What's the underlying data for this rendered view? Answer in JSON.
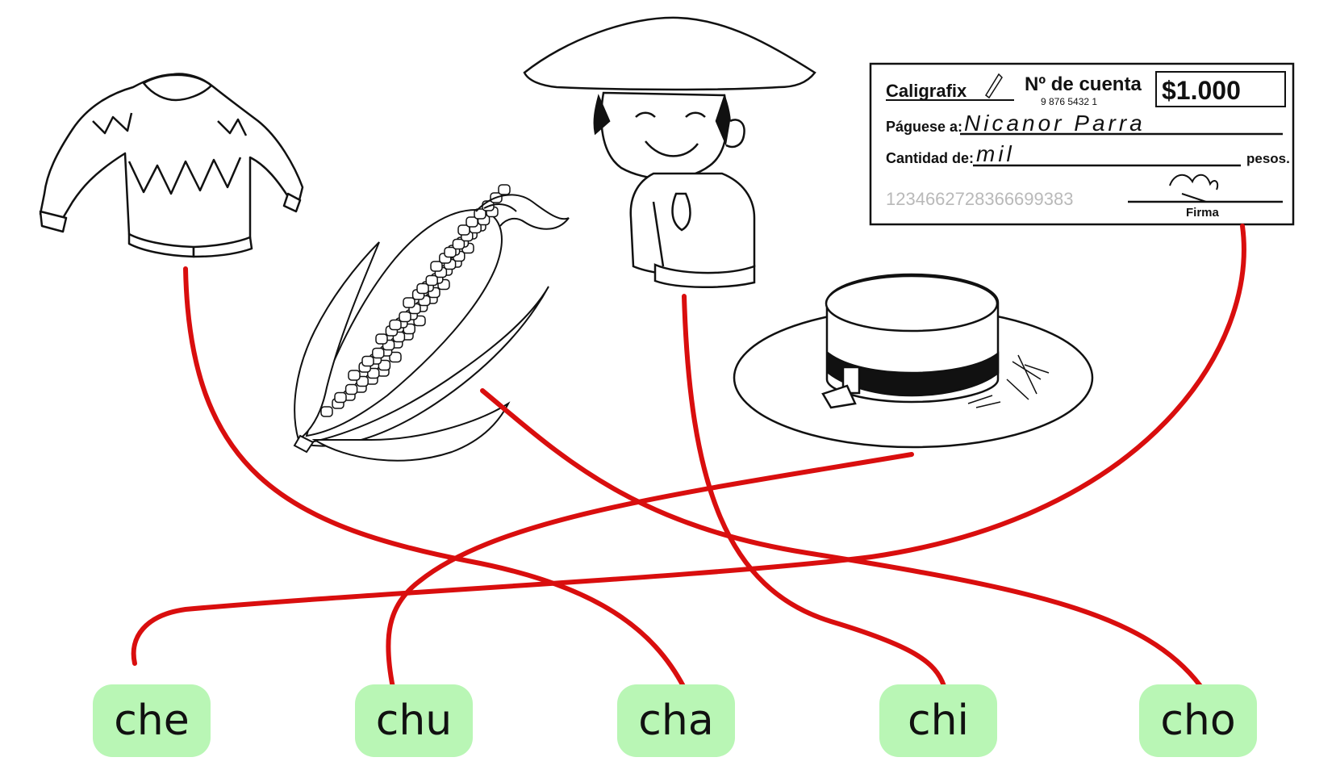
{
  "syllables": [
    "che",
    "chu",
    "cha",
    "chi",
    "cho"
  ],
  "items": [
    {
      "name": "sweater",
      "matches": "cha"
    },
    {
      "name": "corn",
      "matches": "cho"
    },
    {
      "name": "boy-with-hat",
      "matches": "chi"
    },
    {
      "name": "straw-hat",
      "matches": "chu"
    },
    {
      "name": "cheque",
      "matches": "che"
    }
  ],
  "cheque": {
    "bank": "Caligrafix",
    "account_label": "Nº de cuenta",
    "account_number": "9 876 5432 1",
    "amount": "$1.000",
    "payee_label": "Páguese a:",
    "payee": "Nicanor Parra",
    "quantity_label": "Cantidad de:",
    "quantity": "mil",
    "pesos_label": "pesos.",
    "serial": "1234662728366699383",
    "signature_label": "Firma"
  },
  "colors": {
    "line": "#d90e0e",
    "syllable_bg": "#b9f6b5",
    "ink": "#111111"
  }
}
